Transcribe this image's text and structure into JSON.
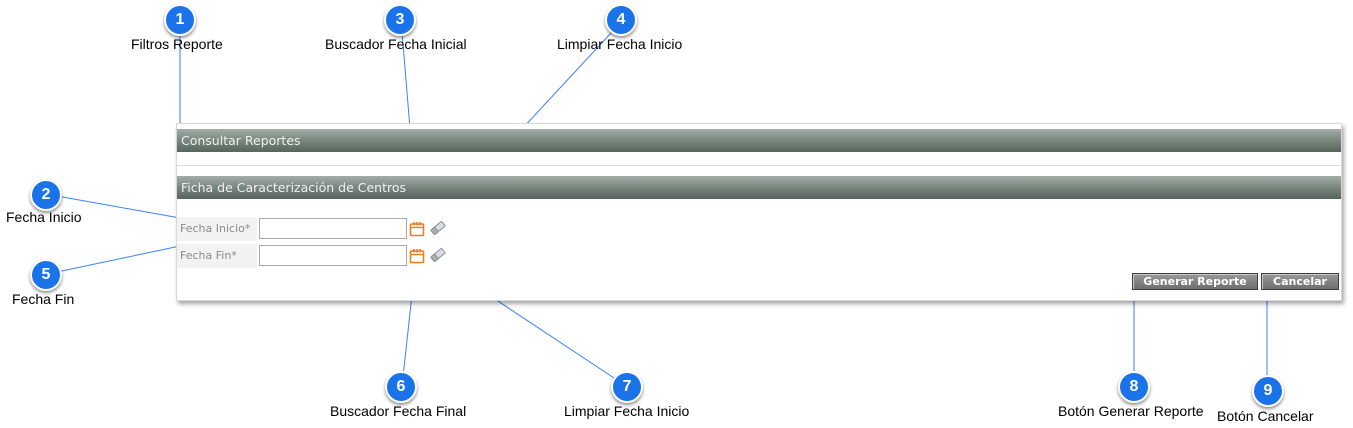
{
  "form": {
    "title": "Consultar Reportes",
    "section_title": "Ficha de Caracterización de Centros",
    "fecha_inicio_label": "Fecha Inicio*",
    "fecha_inicio_value": "",
    "fecha_fin_label": "Fecha Fin*",
    "fecha_fin_value": "",
    "generar_label": "Generar Reporte",
    "cancelar_label": "Cancelar"
  },
  "annotations": [
    {
      "number": "1",
      "label": "Filtros Reporte"
    },
    {
      "number": "2",
      "label": "Fecha Inicio"
    },
    {
      "number": "3",
      "label": "Buscador Fecha Inicial"
    },
    {
      "number": "4",
      "label": "Limpiar Fecha Inicio"
    },
    {
      "number": "5",
      "label": "Fecha Fin"
    },
    {
      "number": "6",
      "label": "Buscador Fecha Final"
    },
    {
      "number": "7",
      "label": "Limpiar Fecha Inicio"
    },
    {
      "number": "8",
      "label": "Botón Generar Reporte"
    },
    {
      "number": "9",
      "label": "Botón Cancelar"
    }
  ],
  "colors": {
    "badge": "#1a73e8",
    "callout_line": "#3b82f6",
    "header_bar": "#6b7a70",
    "calendar_icon": "#f07c1e"
  },
  "icons": [
    "calendar-icon",
    "eraser-icon"
  ]
}
